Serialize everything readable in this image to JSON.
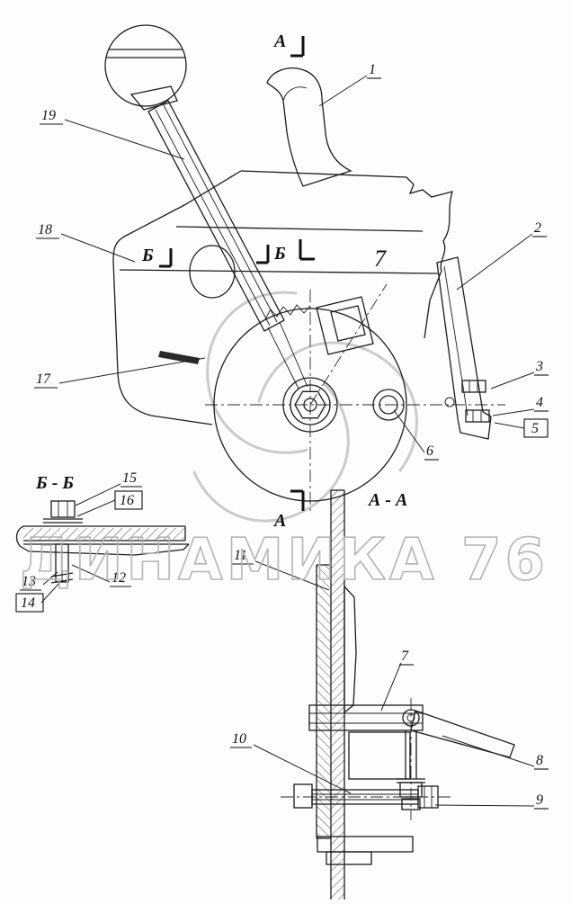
{
  "watermark": {
    "text": "ДИНАМИКА 76"
  },
  "sections": {
    "bb": "Б - Б",
    "aa": "А - А"
  },
  "cuts": {
    "a_top": "А",
    "a_bottom": "А",
    "b_left": "Б",
    "b_right": "Б"
  },
  "plate_mark": "7",
  "callouts": {
    "c1": "1",
    "c2": "2",
    "c3": "3",
    "c4": "4",
    "c5": "5",
    "c6": "6",
    "c7": "7",
    "c8": "8",
    "c9": "9",
    "c10": "10",
    "c11": "11",
    "c12": "12",
    "c13": "13",
    "c14": "14",
    "c15": "15",
    "c16": "16",
    "c17": "17",
    "c18": "18",
    "c19": "19"
  },
  "colors": {
    "line": "#1c1c1c",
    "watermark": "#b5b5b5",
    "background": "#fdfdfd"
  }
}
